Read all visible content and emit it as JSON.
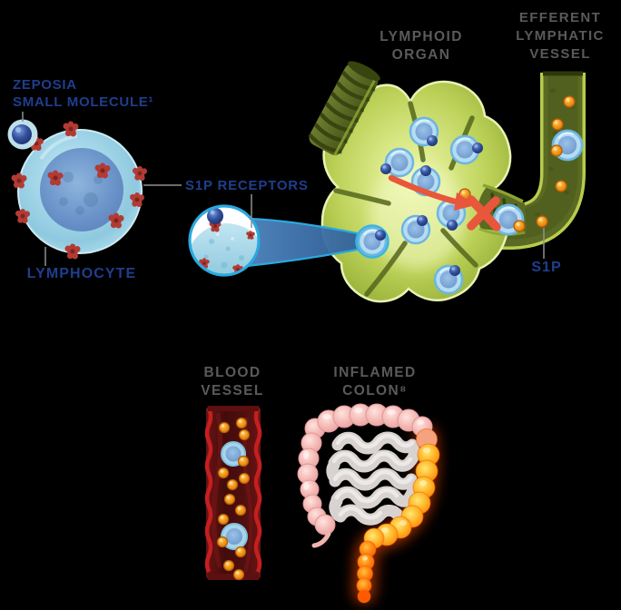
{
  "diagram": {
    "zeposia": {
      "line1": "ZEPOSIA",
      "line2": "SMALL MOLECULE¹"
    },
    "lymphocyte": {
      "label": "LYMPHOCYTE"
    },
    "s1p_receptors": {
      "label": "S1P RECEPTORS"
    },
    "lymphoid_organ": {
      "line1": "LYMPHOID",
      "line2": "ORGAN"
    },
    "efferent_vessel": {
      "line1": "EFFERENT",
      "line2": "LYMPHATIC",
      "line3": "VESSEL"
    },
    "s1p": {
      "label": "S1P"
    },
    "blood_vessel": {
      "line1": "BLOOD",
      "line2": "VESSEL"
    },
    "inflamed_colon": {
      "line1": "INFLAMED",
      "line2": "COLON⁸"
    }
  },
  "colors": {
    "navy_text": "#1f3e8c",
    "gray_text": "#595a5c",
    "block_red": "#e8573c",
    "s1p_orange": "#f59c1d",
    "organ_green": "#c3d455",
    "vessel_olive": "#5b6a22",
    "cell_blue": "#b5dcf2",
    "molecule_navy": "#2a4a9d",
    "blood_maroon": "#4e0e0e",
    "inflamed_orange": "#ff8408",
    "lens_cyan": "#29a9e0"
  }
}
